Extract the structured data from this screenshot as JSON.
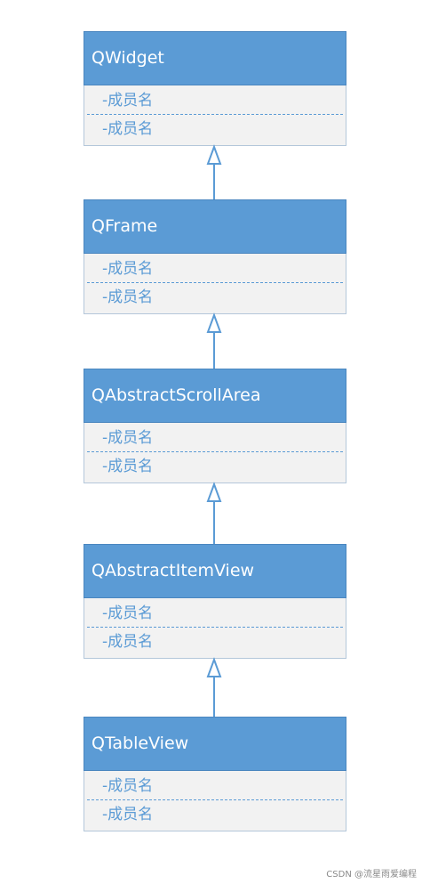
{
  "classes": [
    {
      "name": "QWidget",
      "members": [
        "-成员名",
        "-成员名"
      ]
    },
    {
      "name": "QFrame",
      "members": [
        "-成员名",
        "-成员名"
      ]
    },
    {
      "name": "QAbstractScrollArea",
      "members": [
        "-成员名",
        "-成员名"
      ]
    },
    {
      "name": "QAbstractItemView",
      "members": [
        "-成员名",
        "-成员名"
      ]
    },
    {
      "name": "QTableView",
      "members": [
        "-成员名",
        "-成员名"
      ]
    }
  ],
  "relations": [
    {
      "from": "QFrame",
      "to": "QWidget",
      "type": "inheritance"
    },
    {
      "from": "QAbstractScrollArea",
      "to": "QFrame",
      "type": "inheritance"
    },
    {
      "from": "QAbstractItemView",
      "to": "QAbstractScrollArea",
      "type": "inheritance"
    },
    {
      "from": "QTableView",
      "to": "QAbstractItemView",
      "type": "inheritance"
    }
  ],
  "colors": {
    "header_fill": "#5b9bd5",
    "body_fill": "#f2f2f2",
    "member_text": "#5b9bd5",
    "connector": "#5b9bd5"
  },
  "watermark": "CSDN @流星雨爱编程"
}
